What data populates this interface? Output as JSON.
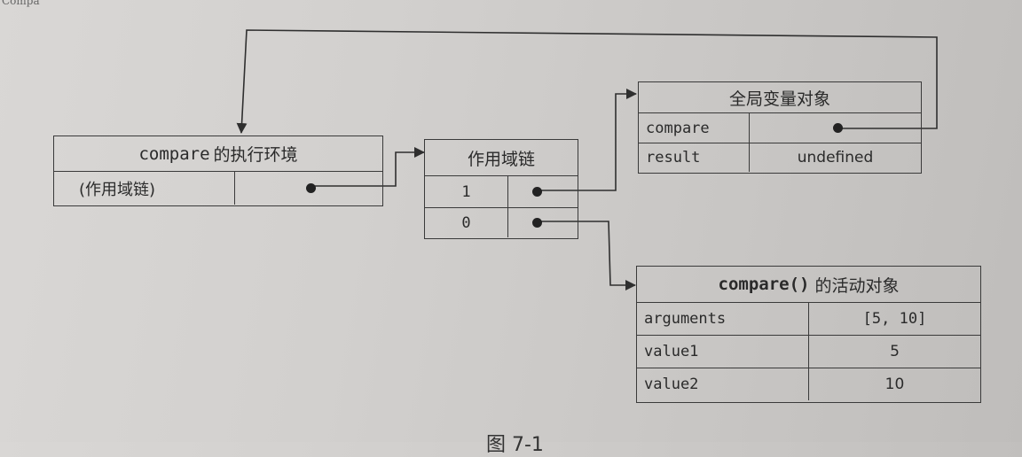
{
  "corner_text": "Compa",
  "exec_env": {
    "title_code": "compare",
    "title_cjk": "的执行环境",
    "scope_label": "(作用域链)"
  },
  "scope_chain": {
    "title": "作用域链",
    "rows": [
      "1",
      "0"
    ]
  },
  "global_obj": {
    "title": "全局变量对象",
    "rows": [
      {
        "key": "compare",
        "value": ""
      },
      {
        "key": "result",
        "value": "undefined"
      }
    ]
  },
  "activation_obj": {
    "title_code": "compare()",
    "title_cjk": "的活动对象",
    "rows": [
      {
        "key": "arguments",
        "value": "[5, 10]"
      },
      {
        "key": "value1",
        "value": "5"
      },
      {
        "key": "value2",
        "value": "10"
      }
    ]
  },
  "caption": "图   7-1",
  "colors": {
    "line": "#2f2f2f",
    "paper": "#d2d0ce"
  }
}
